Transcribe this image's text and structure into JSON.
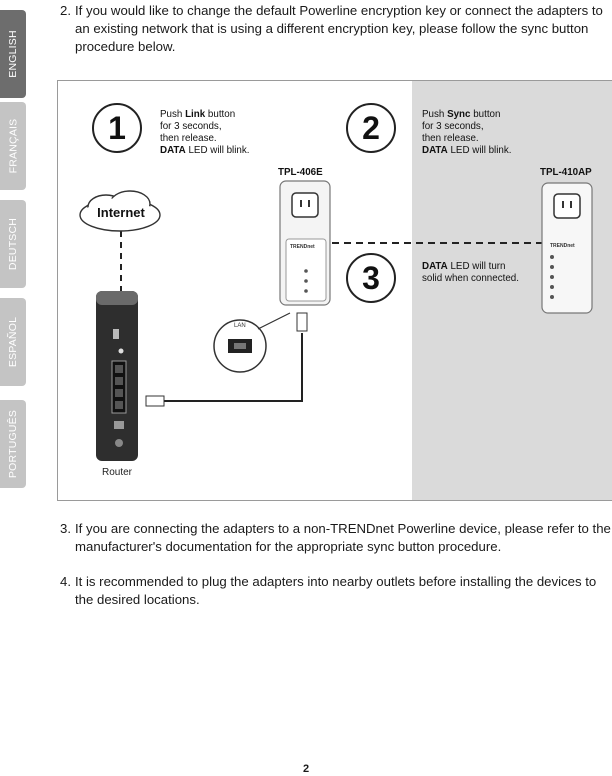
{
  "languages": [
    "ENGLISH",
    "FRANÇAIS",
    "DEUTSCH",
    "ESPAÑOL",
    "PORTUGUÊS"
  ],
  "active_language": "ENGLISH",
  "item2": {
    "num": "2.",
    "lines": [
      "If you would like to change the default Powerline encryption key or connect the adapters to",
      "an existing network that is using a different encryption key, please follow the sync button",
      "procedure below."
    ]
  },
  "diagram": {
    "step1": {
      "num": "1",
      "l1_pre": "Push ",
      "l1_bold": "Link",
      "l1_post": " button",
      "l2": "for 3 seconds,",
      "l3": "then release.",
      "l4_bold": "DATA",
      "l4_post": " LED will blink."
    },
    "step2": {
      "num": "2",
      "l1_pre": "Push ",
      "l1_bold": "Sync",
      "l1_post": " button",
      "l2": "for 3 seconds,",
      "l3": "then release.",
      "l4_bold": "DATA",
      "l4_post": " LED will blink."
    },
    "step3": {
      "num": "3",
      "l1_bold": "DATA",
      "l1_post": " LED will turn",
      "l2": "solid when connected."
    },
    "internet_label": "Internet",
    "device1_label": "TPL-406E",
    "device2_label": "TPL-410AP",
    "device_logo": "TRENDnet",
    "lan_label": "LAN",
    "router_label": "Router"
  },
  "item3": {
    "num": "3.",
    "lines": [
      "If you are connecting the adapters to a non-TRENDnet Powerline device, please refer to the",
      "manufacturer's documentation for the appropriate sync button procedure."
    ]
  },
  "item4": {
    "num": "4.",
    "lines": [
      "It is recommended to plug the adapters into nearby outlets before installing the devices to",
      "the desired locations."
    ]
  },
  "page_number": "2",
  "colors": {
    "active_tab": "#6d6d6d",
    "inactive_tab": "#c4c4c4",
    "panel_gray": "#dadada"
  }
}
